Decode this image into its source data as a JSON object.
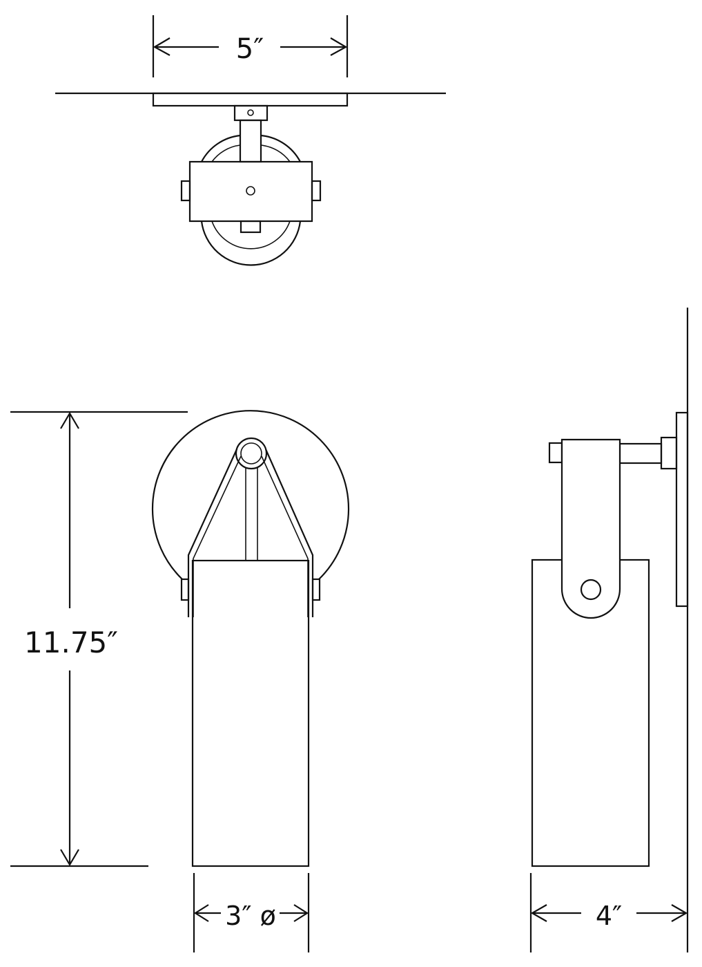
{
  "drawing": {
    "title": "Wall sconce dimensional drawing",
    "views": [
      "top-view",
      "front-view",
      "side-view"
    ],
    "line_color": "#111111",
    "background": "#ffffff"
  },
  "dimensions": {
    "top_width": "5″",
    "height": "11.75″",
    "diameter": "3″ ø",
    "depth": "4″"
  }
}
